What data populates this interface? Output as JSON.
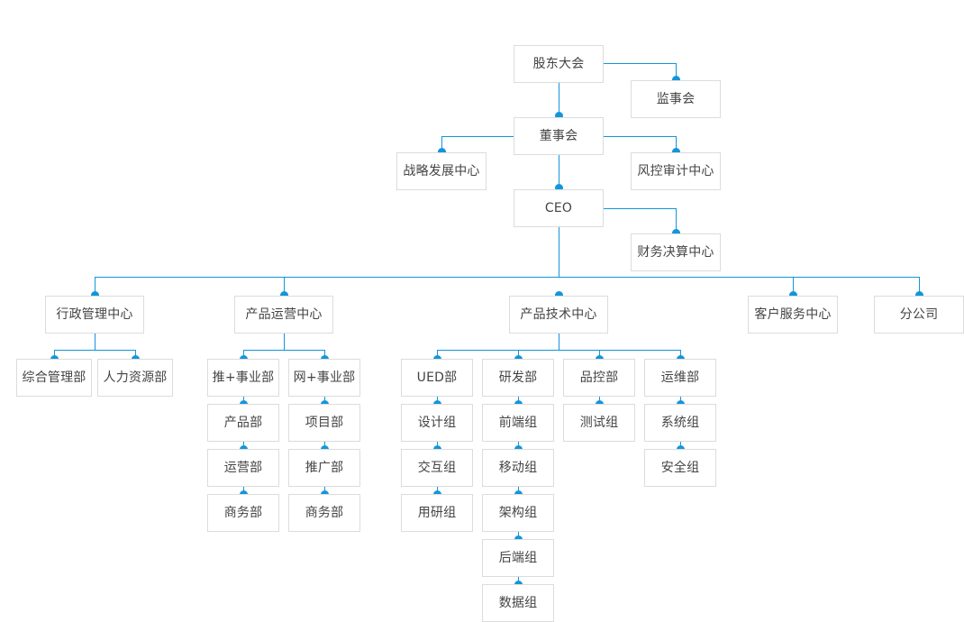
{
  "chart": {
    "type": "org-chart",
    "title": "",
    "accent_color": "#1296db",
    "box_border_color": "#dcdcdc",
    "text_color": "#444444",
    "background": "#ffffff"
  },
  "nodes": {
    "shareholders_meeting": "股东大会",
    "board_of_supervisors": "监事会",
    "board_of_directors": "董事会",
    "strategy_development_center": "战略发展中心",
    "risk_audit_center": "风控审计中心",
    "ceo": "CEO",
    "finance_settlement_center": "财务决算中心",
    "admin_management_center": "行政管理中心",
    "product_operation_center": "产品运营中心",
    "product_technology_center": "产品技术中心",
    "customer_service_center": "客户服务中心",
    "branch_company": "分公司",
    "general_management_dept": "综合管理部",
    "human_resources_dept": "人力资源部",
    "tui_plus_business_unit": "推+事业部",
    "product_dept": "产品部",
    "operation_dept": "运营部",
    "business_dept_left": "商务部",
    "wang_plus_business_unit": "网+事业部",
    "project_dept": "项目部",
    "promotion_dept": "推广部",
    "business_dept_right": "商务部",
    "ued_dept": "UED部",
    "design_group": "设计组",
    "interaction_group": "交互组",
    "user_research_group": "用研组",
    "rd_dept": "研发部",
    "frontend_group": "前端组",
    "mobile_group": "移动组",
    "architecture_group": "架构组",
    "backend_group": "后端组",
    "data_group": "数据组",
    "quality_control_dept": "品控部",
    "test_group": "测试组",
    "operations_maintenance_dept": "运维部",
    "system_group": "系统组",
    "security_group": "安全组"
  },
  "hierarchy": {
    "root": "股东大会",
    "levels": [
      {
        "level": 0,
        "items": [
          "股东大会"
        ]
      },
      {
        "level": 1,
        "items": [
          "监事会",
          "董事会"
        ]
      },
      {
        "level": 2,
        "items": [
          "战略发展中心",
          "风控审计中心",
          "CEO"
        ]
      },
      {
        "level": 3,
        "items": [
          "财务决算中心"
        ]
      },
      {
        "level": 4,
        "items": [
          "行政管理中心",
          "产品运营中心",
          "产品技术中心",
          "客户服务中心",
          "分公司"
        ]
      },
      {
        "level": 5,
        "items": [
          "综合管理部",
          "人力资源部",
          "推+事业部",
          "网+事业部",
          "UED部",
          "研发部",
          "品控部",
          "运维部"
        ]
      },
      {
        "level": 6,
        "items": [
          "产品部",
          "项目部",
          "设计组",
          "前端组",
          "测试组",
          "系统组"
        ]
      },
      {
        "level": 7,
        "items": [
          "运营部",
          "推广部",
          "交互组",
          "移动组",
          "安全组"
        ]
      },
      {
        "level": 8,
        "items": [
          "商务部",
          "商务部",
          "用研组",
          "架构组"
        ]
      },
      {
        "level": 9,
        "items": [
          "后端组"
        ]
      },
      {
        "level": 10,
        "items": [
          "数据组"
        ]
      }
    ]
  }
}
